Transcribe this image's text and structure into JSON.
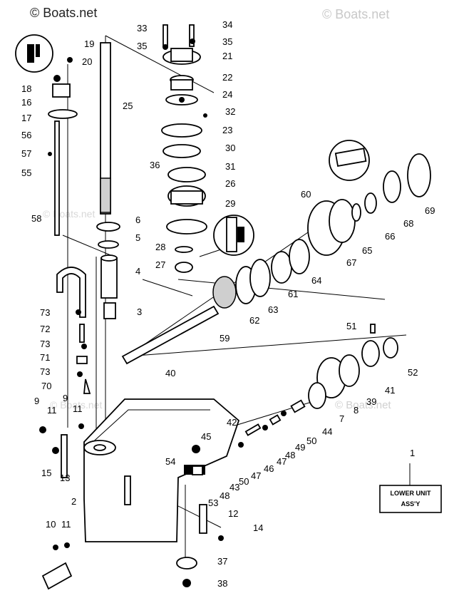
{
  "watermark": {
    "main": "© Boats.net",
    "faint": "© Boats.net"
  },
  "assembly_box": {
    "line1": "LOWER UNIT",
    "line2": "ASS'Y"
  },
  "part_numbers": {
    "p1": "1",
    "p2": "2",
    "p3": "3",
    "p4": "4",
    "p5": "5",
    "p6": "6",
    "p7": "7",
    "p8": "8",
    "p9a": "9",
    "p9b": "9",
    "p10": "10",
    "p11a": "11",
    "p11b": "11",
    "p11c": "11",
    "p12": "12",
    "p13": "13",
    "p14": "14",
    "p15": "15",
    "p16": "16",
    "p17": "17",
    "p18": "18",
    "p19": "19",
    "p20": "20",
    "p21": "21",
    "p22": "22",
    "p23": "23",
    "p24": "24",
    "p25": "25",
    "p26": "26",
    "p27": "27",
    "p28": "28",
    "p29": "29",
    "p30": "30",
    "p31": "31",
    "p32": "32",
    "p33": "33",
    "p34": "34",
    "p35a": "35",
    "p35b": "35",
    "p36": "36",
    "p37": "37",
    "p38": "38",
    "p39": "39",
    "p40": "40",
    "p41": "41",
    "p42": "42",
    "p43": "43",
    "p44": "44",
    "p45": "45",
    "p46": "46",
    "p47a": "47",
    "p47b": "47",
    "p48a": "48",
    "p48b": "48",
    "p49": "49",
    "p50a": "50",
    "p50b": "50",
    "p51": "51",
    "p52": "52",
    "p53": "53",
    "p54": "54",
    "p55": "55",
    "p56": "56",
    "p57": "57",
    "p58": "58",
    "p59": "59",
    "p60": "60",
    "p61": "61",
    "p62": "62",
    "p63": "63",
    "p64": "64",
    "p65": "65",
    "p66": "66",
    "p67": "67",
    "p68": "68",
    "p69": "69",
    "p70": "70",
    "p71": "71",
    "p72": "72",
    "p73a": "73",
    "p73b": "73",
    "p73c": "73"
  }
}
